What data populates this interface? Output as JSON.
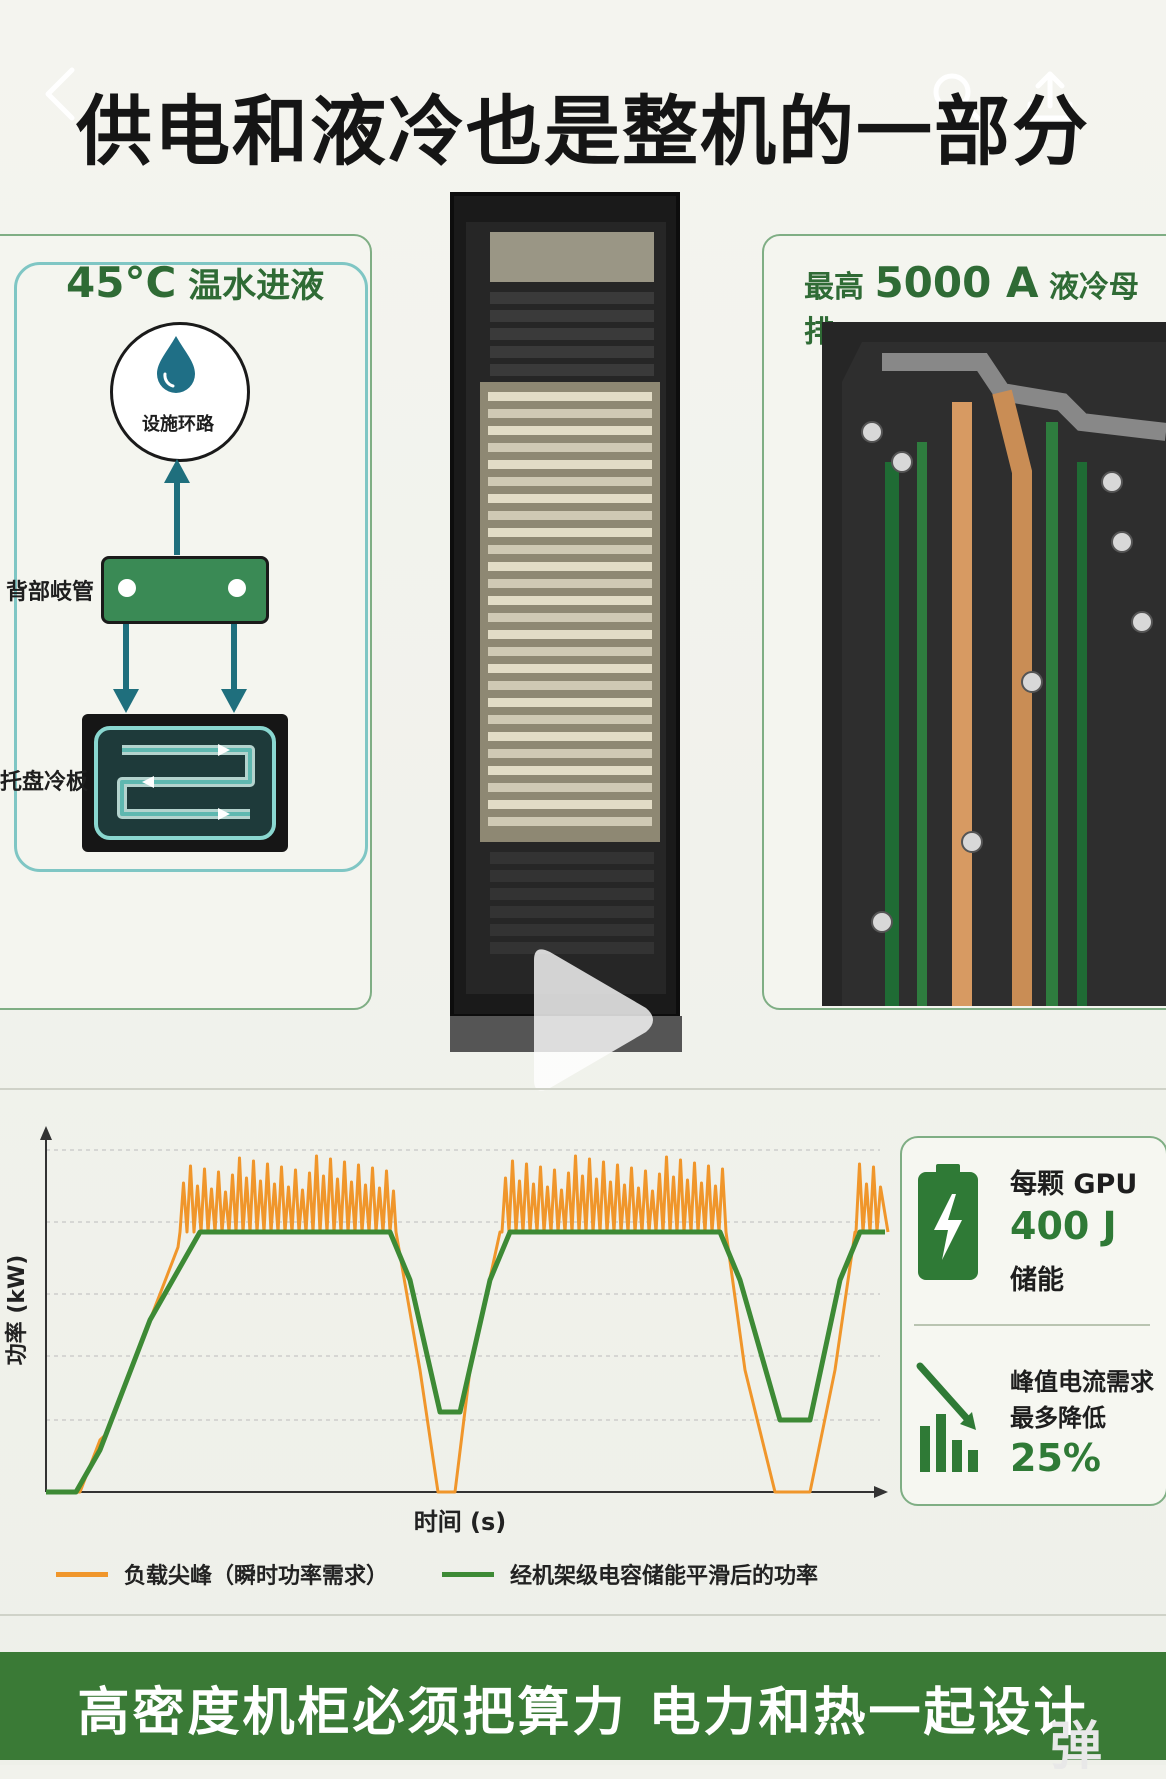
{
  "header": {
    "title": "供电和液冷也是整机的一部分"
  },
  "left_panel": {
    "heading_temp": "45°C",
    "heading_text": "温水进液",
    "facility_loop": "设施环路",
    "back_manifold": "背部岐管",
    "tray_plate": "托盘冷板"
  },
  "right_panel": {
    "heading_pre": "最高",
    "heading_value": "5000 A",
    "heading_post": "液冷母排"
  },
  "chart_data": {
    "type": "line",
    "xlabel": "时间 (s)",
    "ylabel": "功率 (kW)",
    "series": [
      {
        "name": "负载尖峰（瞬时功率需求）",
        "color": "#f0962b"
      },
      {
        "name": "经机架级电容储能平滑后的功率",
        "color": "#3d8a35"
      }
    ]
  },
  "stats": {
    "energy_line1": "每颗 GPU",
    "energy_value": "400 J",
    "energy_line3": "储能",
    "peak_line1": "峰值电流需求",
    "peak_line2": "最多降低",
    "peak_value": "25%"
  },
  "footer": {
    "banner": "高密度机柜必须把算力 电力和热一起设计",
    "overlay_char": "弹"
  },
  "colors": {
    "accent_green": "#3a7a36",
    "spike_orange": "#f0962b",
    "teal": "#1f7383",
    "copper": "#d79a62"
  },
  "icons": [
    "back-icon",
    "search-icon",
    "share-icon",
    "water-drop-icon",
    "battery-bolt-icon",
    "decrease-chart-icon",
    "play-icon"
  ]
}
